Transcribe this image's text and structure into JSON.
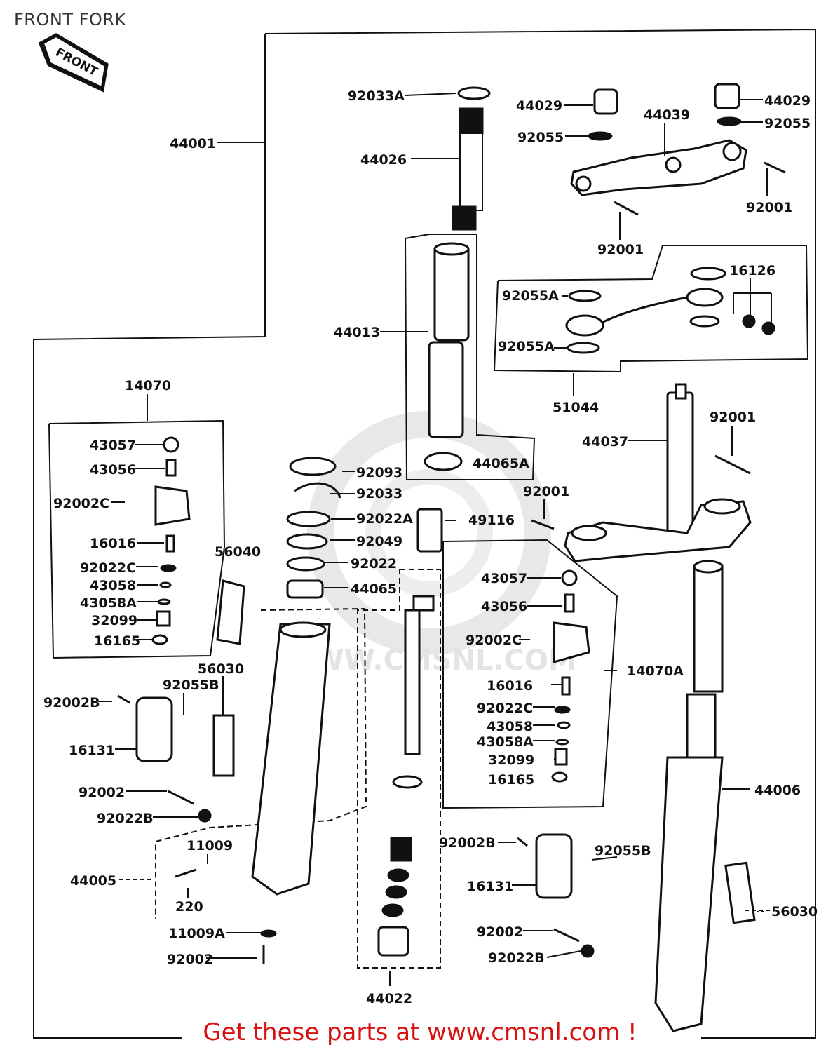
{
  "title": "FRONT FORK",
  "front_badge": "FRONT",
  "watermark": "WWW.CMSNL.COM",
  "footer": {
    "text": "Get these parts at www.cmsnl.com !",
    "color": "#d81010"
  },
  "colors": {
    "line": "#111111",
    "footer": "#d81010",
    "watermark": "#d0d0d0"
  },
  "parts": [
    {
      "id": "p-92033A",
      "label": "92033A"
    },
    {
      "id": "p-44029a",
      "label": "44029"
    },
    {
      "id": "p-44029b",
      "label": "44029"
    },
    {
      "id": "p-92055a",
      "label": "92055"
    },
    {
      "id": "p-92055b",
      "label": "92055"
    },
    {
      "id": "p-44039",
      "label": "44039"
    },
    {
      "id": "p-44001",
      "label": "44001"
    },
    {
      "id": "p-44026",
      "label": "44026"
    },
    {
      "id": "p-92001a",
      "label": "92001"
    },
    {
      "id": "p-92001b",
      "label": "92001"
    },
    {
      "id": "p-16126",
      "label": "16126"
    },
    {
      "id": "p-92055A-1",
      "label": "92055A"
    },
    {
      "id": "p-92055A-2",
      "label": "92055A"
    },
    {
      "id": "p-44013",
      "label": "44013"
    },
    {
      "id": "p-51044",
      "label": "51044"
    },
    {
      "id": "p-14070",
      "label": "14070"
    },
    {
      "id": "p-92001c",
      "label": "92001"
    },
    {
      "id": "p-44037",
      "label": "44037"
    },
    {
      "id": "p-43057a",
      "label": "43057"
    },
    {
      "id": "p-44065A",
      "label": "44065A"
    },
    {
      "id": "p-43056a",
      "label": "43056"
    },
    {
      "id": "p-92093",
      "label": "92093"
    },
    {
      "id": "p-92033",
      "label": "92033"
    },
    {
      "id": "p-92002Ca",
      "label": "92002C"
    },
    {
      "id": "p-92001d",
      "label": "92001"
    },
    {
      "id": "p-92022A",
      "label": "92022A"
    },
    {
      "id": "p-49116",
      "label": "49116"
    },
    {
      "id": "p-16016a",
      "label": "16016"
    },
    {
      "id": "p-92049",
      "label": "92049"
    },
    {
      "id": "p-56040",
      "label": "56040"
    },
    {
      "id": "p-92022Ca",
      "label": "92022C"
    },
    {
      "id": "p-92022",
      "label": "92022"
    },
    {
      "id": "p-43058a",
      "label": "43058"
    },
    {
      "id": "p-43057b",
      "label": "43057"
    },
    {
      "id": "p-44065",
      "label": "44065"
    },
    {
      "id": "p-43058Aa",
      "label": "43058A"
    },
    {
      "id": "p-32099a",
      "label": "32099"
    },
    {
      "id": "p-43056b",
      "label": "43056"
    },
    {
      "id": "p-16165a",
      "label": "16165"
    },
    {
      "id": "p-92002Cb",
      "label": "92002C"
    },
    {
      "id": "p-56030a",
      "label": "56030"
    },
    {
      "id": "p-14070A",
      "label": "14070A"
    },
    {
      "id": "p-92055Ba",
      "label": "92055B"
    },
    {
      "id": "p-16016b",
      "label": "16016"
    },
    {
      "id": "p-92002Ba",
      "label": "92002B"
    },
    {
      "id": "p-92022Cb",
      "label": "92022C"
    },
    {
      "id": "p-43058b",
      "label": "43058"
    },
    {
      "id": "p-43058Ab",
      "label": "43058A"
    },
    {
      "id": "p-16131a",
      "label": "16131"
    },
    {
      "id": "p-32099b",
      "label": "32099"
    },
    {
      "id": "p-16165b",
      "label": "16165"
    },
    {
      "id": "p-44006",
      "label": "44006"
    },
    {
      "id": "p-92002a",
      "label": "92002"
    },
    {
      "id": "p-92022Ba",
      "label": "92022B"
    },
    {
      "id": "p-92002Bb",
      "label": "92002B"
    },
    {
      "id": "p-11009",
      "label": "11009"
    },
    {
      "id": "p-92055Bb",
      "label": "92055B"
    },
    {
      "id": "p-44005",
      "label": "44005"
    },
    {
      "id": "p-16131b",
      "label": "16131"
    },
    {
      "id": "p-220",
      "label": "220"
    },
    {
      "id": "p-56030b",
      "label": "56030"
    },
    {
      "id": "p-11009A",
      "label": "11009A"
    },
    {
      "id": "p-92002b",
      "label": "92002"
    },
    {
      "id": "p-92002c",
      "label": "92002"
    },
    {
      "id": "p-92022Bb",
      "label": "92022B"
    },
    {
      "id": "p-44022",
      "label": "44022"
    }
  ]
}
